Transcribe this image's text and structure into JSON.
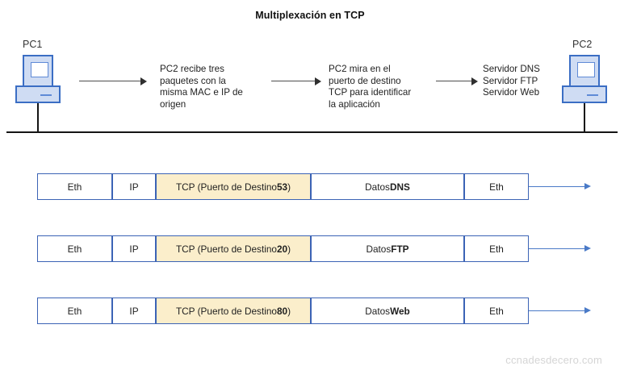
{
  "diagram": {
    "title": "Multiplexación en TCP",
    "watermark": "ccnadesdecero.com",
    "colors": {
      "tcp_field_fill": "#fbeecb",
      "packet_border": "#3b63b5",
      "pc_fill": "#cfdcf3",
      "pc_border": "#3b6ec4",
      "arrow_blue": "#4a7ac7",
      "arrow_dark": "#2f2f2f",
      "watermark": "#d5d5d5"
    },
    "hosts": [
      {
        "id": "pc1",
        "label": "PC1"
      },
      {
        "id": "pc2",
        "label": "PC2"
      }
    ],
    "steps": [
      {
        "id": "step-1",
        "lines": [
          "PC2 recibe tres",
          "paquetes con la",
          "misma MAC e IP de",
          "origen"
        ]
      },
      {
        "id": "step-2",
        "lines": [
          "PC2 mira en el",
          "puerto de destino",
          "TCP para identificar",
          "la aplicación"
        ]
      },
      {
        "id": "step-3",
        "lines": [
          "Servidor DNS",
          "Servidor FTP",
          "Servidor Web"
        ]
      }
    ],
    "packets": [
      {
        "id": "packet-dns",
        "eth_left": "Eth",
        "ip": "IP",
        "tcp_prefix": "TCP (Puerto de Destino ",
        "tcp_port": "53",
        "tcp_suffix": ")",
        "data_prefix": "Datos ",
        "data_protocol": "DNS",
        "eth_right": "Eth"
      },
      {
        "id": "packet-ftp",
        "eth_left": "Eth",
        "ip": "IP",
        "tcp_prefix": "TCP (Puerto de Destino ",
        "tcp_port": "20",
        "tcp_suffix": ")",
        "data_prefix": "Datos ",
        "data_protocol": "FTP",
        "eth_right": "Eth"
      },
      {
        "id": "packet-web",
        "eth_left": "Eth",
        "ip": "IP",
        "tcp_prefix": "TCP (Puerto de Destino ",
        "tcp_port": "80",
        "tcp_suffix": ")",
        "data_prefix": "Datos ",
        "data_protocol": "Web",
        "eth_right": "Eth"
      }
    ]
  }
}
